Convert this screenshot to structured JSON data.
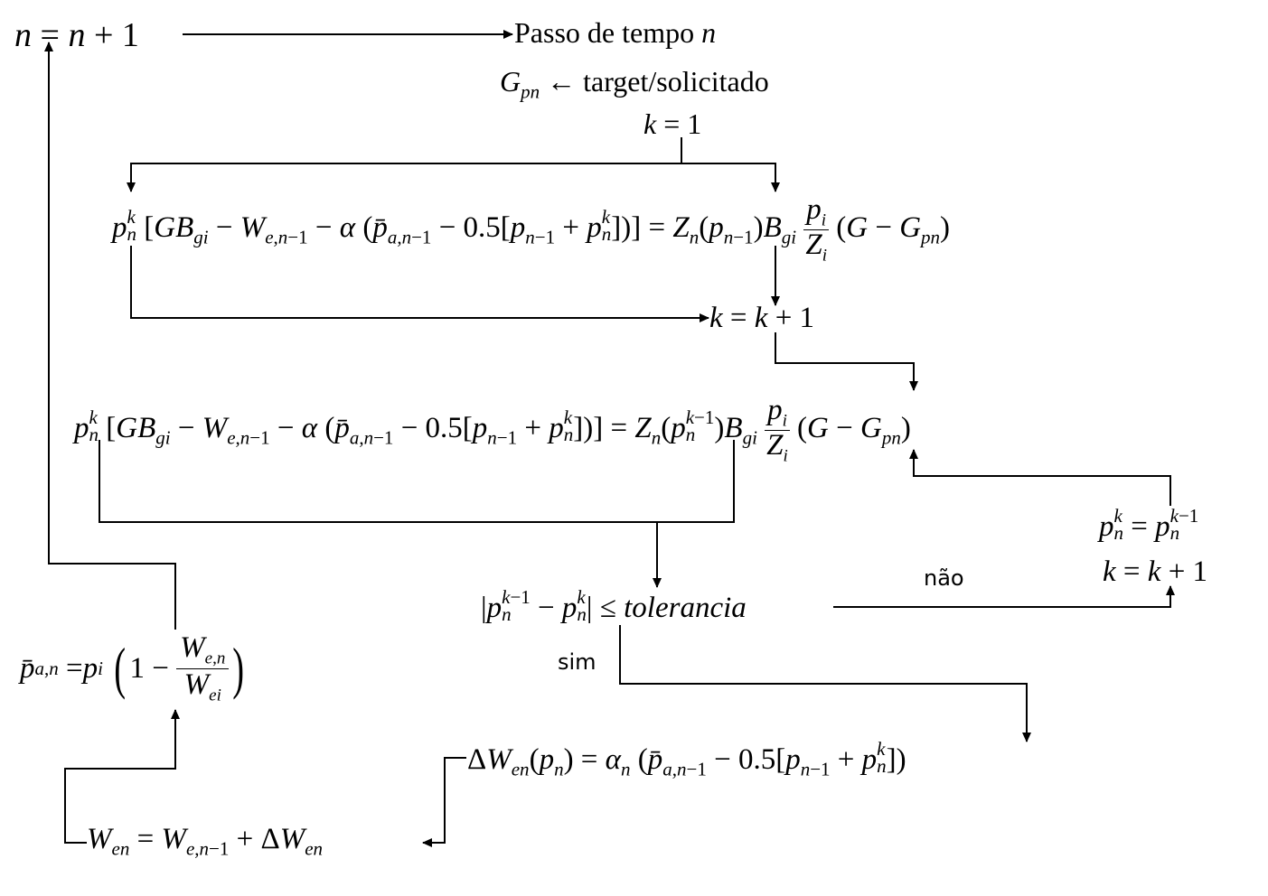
{
  "nodes": {
    "increment_n": "n = n + 1",
    "time_step": "Passo de tempo n",
    "target": "Gₚₙ ← target/solicitado",
    "k_init": "k = 1",
    "equation_1": "pₙᵏ [GB_gi − W_e,n−1 − α (p̄_a,n−1 − 0.5[pₙ₋₁ + pₙᵏ])] = Zₙ(pₙ₋₁)B_gi (pᵢ/Zᵢ) (G − Gₚₙ)",
    "k_increment_1": "k = k + 1",
    "equation_2": "pₙᵏ [GB_gi − W_e,n−1 − α (p̄_a,n−1 − 0.5[pₙ₋₁ + pₙᵏ])] = Zₙ(pₙᵏ⁻¹)B_gi (pᵢ/Zᵢ) (G − Gₚₙ)",
    "update_p": "pₙᵏ = pₙᵏ⁻¹",
    "k_increment_2": "k = k + 1",
    "tolerance_check": "|pₙᵏ⁻¹ − pₙᵏ| ≤ tolerancia",
    "avg_pressure": "p̄_a,n = pᵢ (1 − W_e,n / W_ei)",
    "delta_we": "ΔW_en(pₙ) = αₙ (p̄_a,n−1 − 0.5[pₙ₋₁ + pₙᵏ])",
    "we_update": "W_en = W_e,n−1 + ΔW_en"
  },
  "labels": {
    "no": "não",
    "yes": "sim"
  }
}
